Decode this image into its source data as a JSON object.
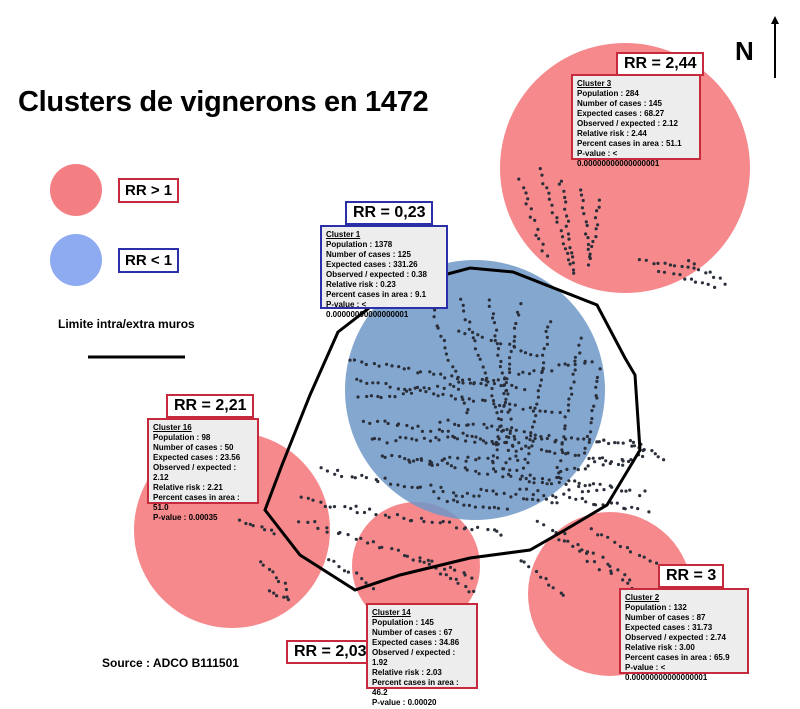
{
  "title": "Clusters de vignerons en 1472",
  "north": "N",
  "legend": {
    "high_label": "RR > 1",
    "low_label": "RR < 1",
    "high_color": "#f47f82",
    "low_color": "#8eaaf0",
    "limit_label": "Limite intra/extra muros"
  },
  "source": "Source : ADCO B111501",
  "clusters": [
    {
      "id": "c1",
      "rr": "RR = 0,23",
      "name": "Cluster 1",
      "lines": [
        "Population : 1378",
        "Number of cases : 125",
        "Expected cases : 331.26",
        "Observed / expected : 0.38",
        "Relative risk : 0.23",
        "Percent cases in area : 9.1",
        "P-value : < 0.00000000000000001"
      ]
    },
    {
      "id": "c3",
      "rr": "RR = 2,44",
      "name": "Cluster 3",
      "lines": [
        "Population : 284",
        "Number of cases : 145",
        "Expected cases : 68.27",
        "Observed / expected : 2.12",
        "Relative risk : 2.44",
        "Percent cases in area : 51.1",
        "P-value : < 0.00000000000000001"
      ]
    },
    {
      "id": "c16",
      "rr": "RR = 2,21",
      "name": "Cluster 16",
      "lines": [
        "Population : 98",
        "Number of cases : 50",
        "Expected cases : 23.56",
        "Observed / expected : 2.12",
        "Relative risk : 2.21",
        "Percent cases in area : 51.0",
        "P-value : 0.00035"
      ]
    },
    {
      "id": "c14",
      "rr": "RR = 2,03",
      "name": "Cluster 14",
      "lines": [
        "Population : 145",
        "Number of cases : 67",
        "Expected cases : 34.86",
        "Observed / expected : 1.92",
        "Relative risk : 2.03",
        "Percent cases in area : 46.2",
        "P-value : 0.00020"
      ]
    },
    {
      "id": "c2",
      "rr": "RR = 3",
      "name": "Cluster 2",
      "lines": [
        "Population : 132",
        "Number of cases : 87",
        "Expected cases : 31.73",
        "Observed / expected : 2.74",
        "Relative risk : 3.00",
        "Percent cases in area : 65.9",
        "P-value : < 0.00000000000000001"
      ]
    }
  ]
}
